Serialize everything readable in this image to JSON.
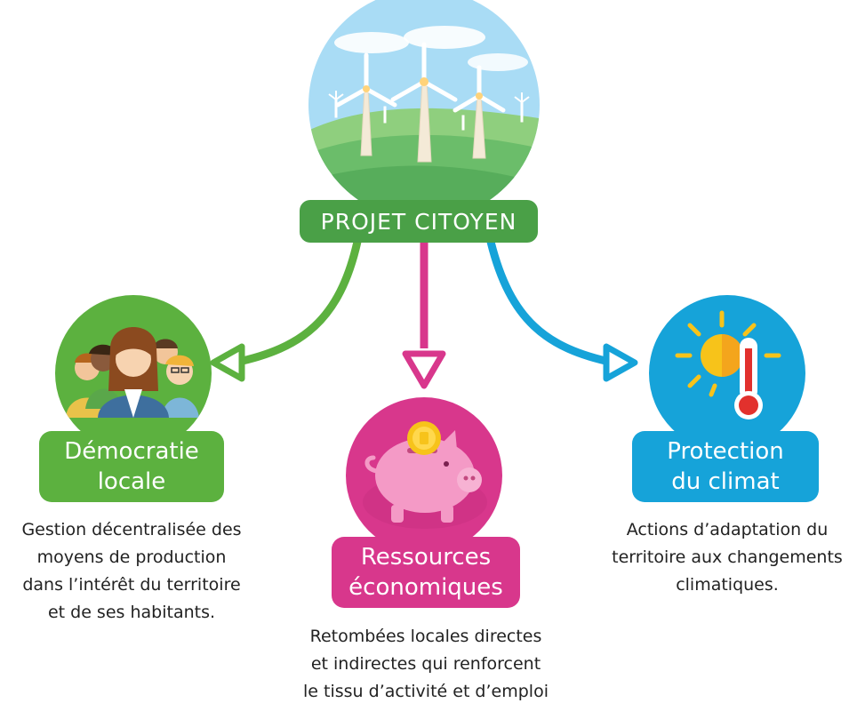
{
  "center": {
    "label": "PROJET CITOYEN",
    "icon": "wind-turbines-icon"
  },
  "nodes": [
    {
      "title_lines": [
        "Démocratie",
        "locale"
      ],
      "description_lines": [
        "Gestion décentralisée des",
        "moyens de production",
        "dans l’intérêt du territoire",
        "et de ses habitants."
      ],
      "icon": "people-group-icon",
      "color": "#5cb13f"
    },
    {
      "title_lines": [
        "Ressources",
        "économiques"
      ],
      "description_lines": [
        "Retombées locales directes",
        "et indirectes qui renforcent",
        "le tissu d’activité et d’emploi"
      ],
      "icon": "piggy-bank-icon",
      "color": "#d8378c"
    },
    {
      "title_lines": [
        "Protection",
        "du climat"
      ],
      "description_lines": [
        "Actions d’adaptation du",
        "territoire aux changements",
        "climatiques."
      ],
      "icon": "sun-thermometer-icon",
      "color": "#16a3d9"
    }
  ],
  "colors": {
    "center_green": "#4aa047",
    "sky": "#a9dcf5",
    "hills": "#6bbd6a"
  }
}
